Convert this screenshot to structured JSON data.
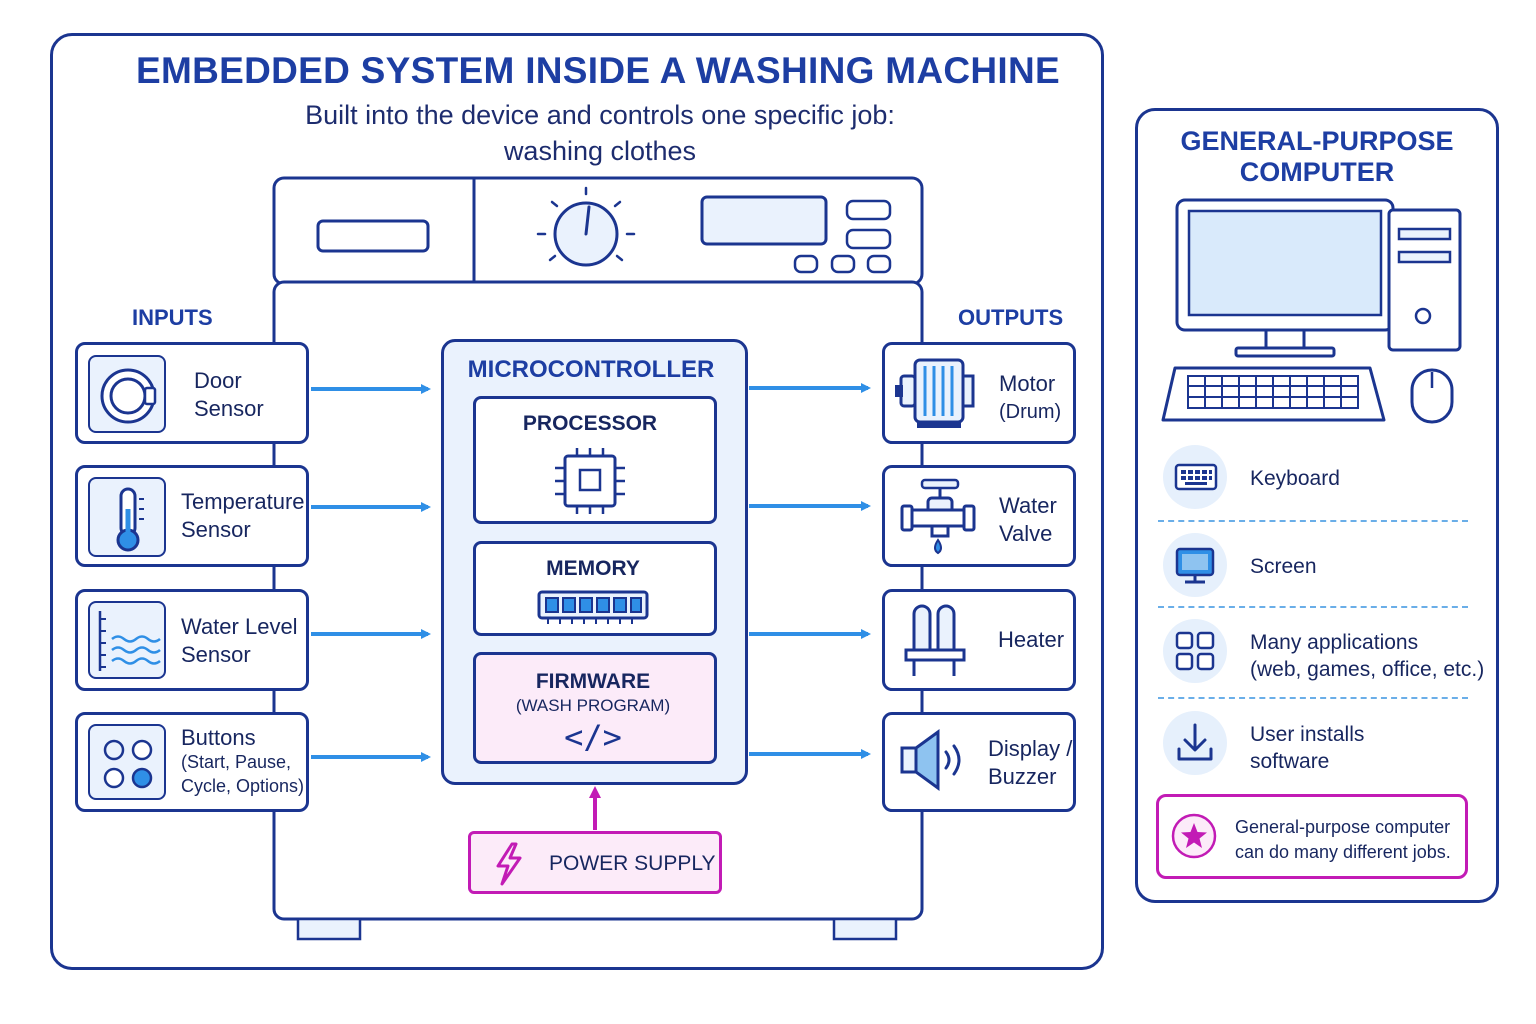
{
  "title": "EMBEDDED SYSTEM INSIDE A WASHING MACHINE",
  "subtitle_line1": "Built into the device and controls one specific job:",
  "subtitle_line2": "washing clothes",
  "inputs": {
    "heading": "INPUTS",
    "door": {
      "line1": "Door",
      "line2": "Sensor"
    },
    "temperature": {
      "line1": "Temperature",
      "line2": "Sensor"
    },
    "water_level": {
      "line1": "Water Level",
      "line2": "Sensor"
    },
    "buttons": {
      "line1": "Buttons",
      "line2": "(Start, Pause,",
      "line3": "Cycle, Options)"
    }
  },
  "outputs": {
    "heading": "OUTPUTS",
    "motor": {
      "line1": "Motor",
      "line2": "(Drum)"
    },
    "water_valve": {
      "line1": "Water",
      "line2": "Valve"
    },
    "heater": {
      "line1": "Heater"
    },
    "display": {
      "line1": "Display /",
      "line2": "Buzzer"
    }
  },
  "microcontroller": {
    "title": "MICROCONTROLLER",
    "processor": "PROCESSOR",
    "memory": "MEMORY",
    "firmware": "FIRMWARE",
    "firmware_sub": "(WASH PROGRAM)",
    "code_glyph": "</>"
  },
  "power_supply": "POWER SUPPLY",
  "computer": {
    "title_line1": "GENERAL-PURPOSE",
    "title_line2": "COMPUTER",
    "items": [
      {
        "line1": "Keyboard",
        "line2": ""
      },
      {
        "line1": "Screen",
        "line2": ""
      },
      {
        "line1": "Many applications",
        "line2": "(web, games, office, etc.)"
      },
      {
        "line1": "User installs",
        "line2": "software"
      }
    ],
    "note_line1": "General-purpose computer",
    "note_line2": "can do many different jobs."
  },
  "colors": {
    "navy": "#1b3590",
    "arrow_blue": "#2f8fe6",
    "magenta": "#c21bb5",
    "light_blue": "#eaf2fd",
    "light_pink": "#fcebf9"
  }
}
